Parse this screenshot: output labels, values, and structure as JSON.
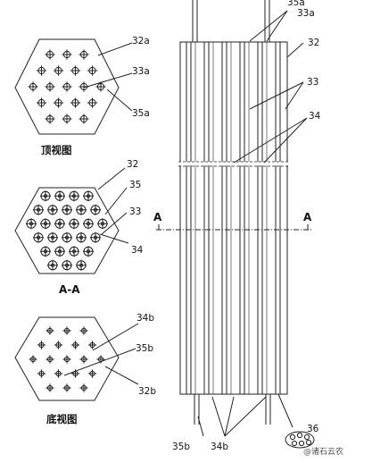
{
  "views": {
    "top": {
      "caption": "顶视图",
      "labels": [
        "32a",
        "33a",
        "35a"
      ]
    },
    "section": {
      "caption": "A-A",
      "labels": [
        "32",
        "35",
        "33",
        "34"
      ]
    },
    "bottom": {
      "caption": "底视图",
      "labels": [
        "34b",
        "35b",
        "32b"
      ]
    }
  },
  "side_view": {
    "labels": {
      "top_cut": "35a",
      "upper_ends": "33a",
      "shell": "32",
      "tubes": "33",
      "rods": "34",
      "lower_left": "35b",
      "lower_ends": "34b",
      "detail": "36"
    },
    "section_mark": "A"
  },
  "watermark": "@诸石云农"
}
